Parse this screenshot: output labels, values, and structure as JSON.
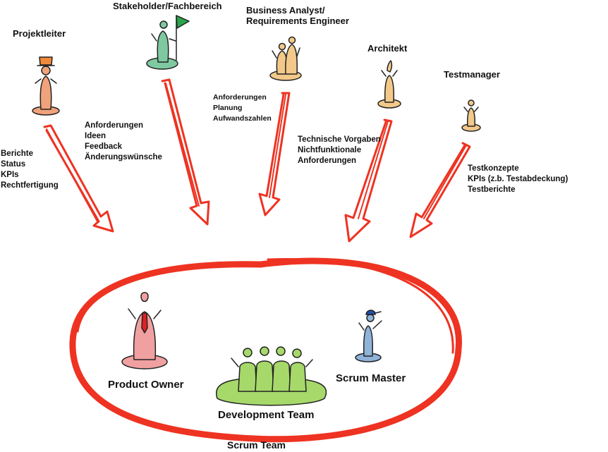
{
  "roles": {
    "projektleiter": "Projektleiter",
    "stakeholder": "Stakeholder/Fachbereich",
    "business_analyst": [
      "Business Analyst/",
      "Requirements Engineer"
    ],
    "architekt": "Architekt",
    "testmanager": "Testmanager"
  },
  "flows": {
    "projektleiter": [
      "Berichte",
      "Status",
      "KPIs",
      "Rechtfertigung"
    ],
    "stakeholder": [
      "Anforderungen",
      "Ideen",
      "Feedback",
      "Änderungswünsche"
    ],
    "business_analyst": [
      "Anforderungen",
      "Planung",
      "Aufwandszahlen"
    ],
    "architekt": [
      "Technische Vorgaben",
      "Nichtfunktionale",
      "Anforderungen"
    ],
    "testmanager": [
      "Testkonzepte",
      "KPIs (z.b. Testabdeckung)",
      "Testberichte"
    ]
  },
  "team": {
    "product_owner": "Product Owner",
    "development_team": "Development Team",
    "scrum_master": "Scrum Master",
    "scrum_team": "Scrum Team"
  },
  "colors": {
    "arrow": "#ee3322",
    "projektleiter": "#f0a27a",
    "projektleiter_hat": "#f08a3a",
    "stakeholder": "#7fc9a0",
    "flag": "#2aa64a",
    "business_analyst": "#f3c98a",
    "architekt": "#f3c98a",
    "testmanager": "#f3c98a",
    "product_owner": "#f0a0a0",
    "tie": "#e02020",
    "development_team": "#a6d96a",
    "scrum_master": "#8fb3d9",
    "scrum_master_cap": "#2050b0"
  }
}
